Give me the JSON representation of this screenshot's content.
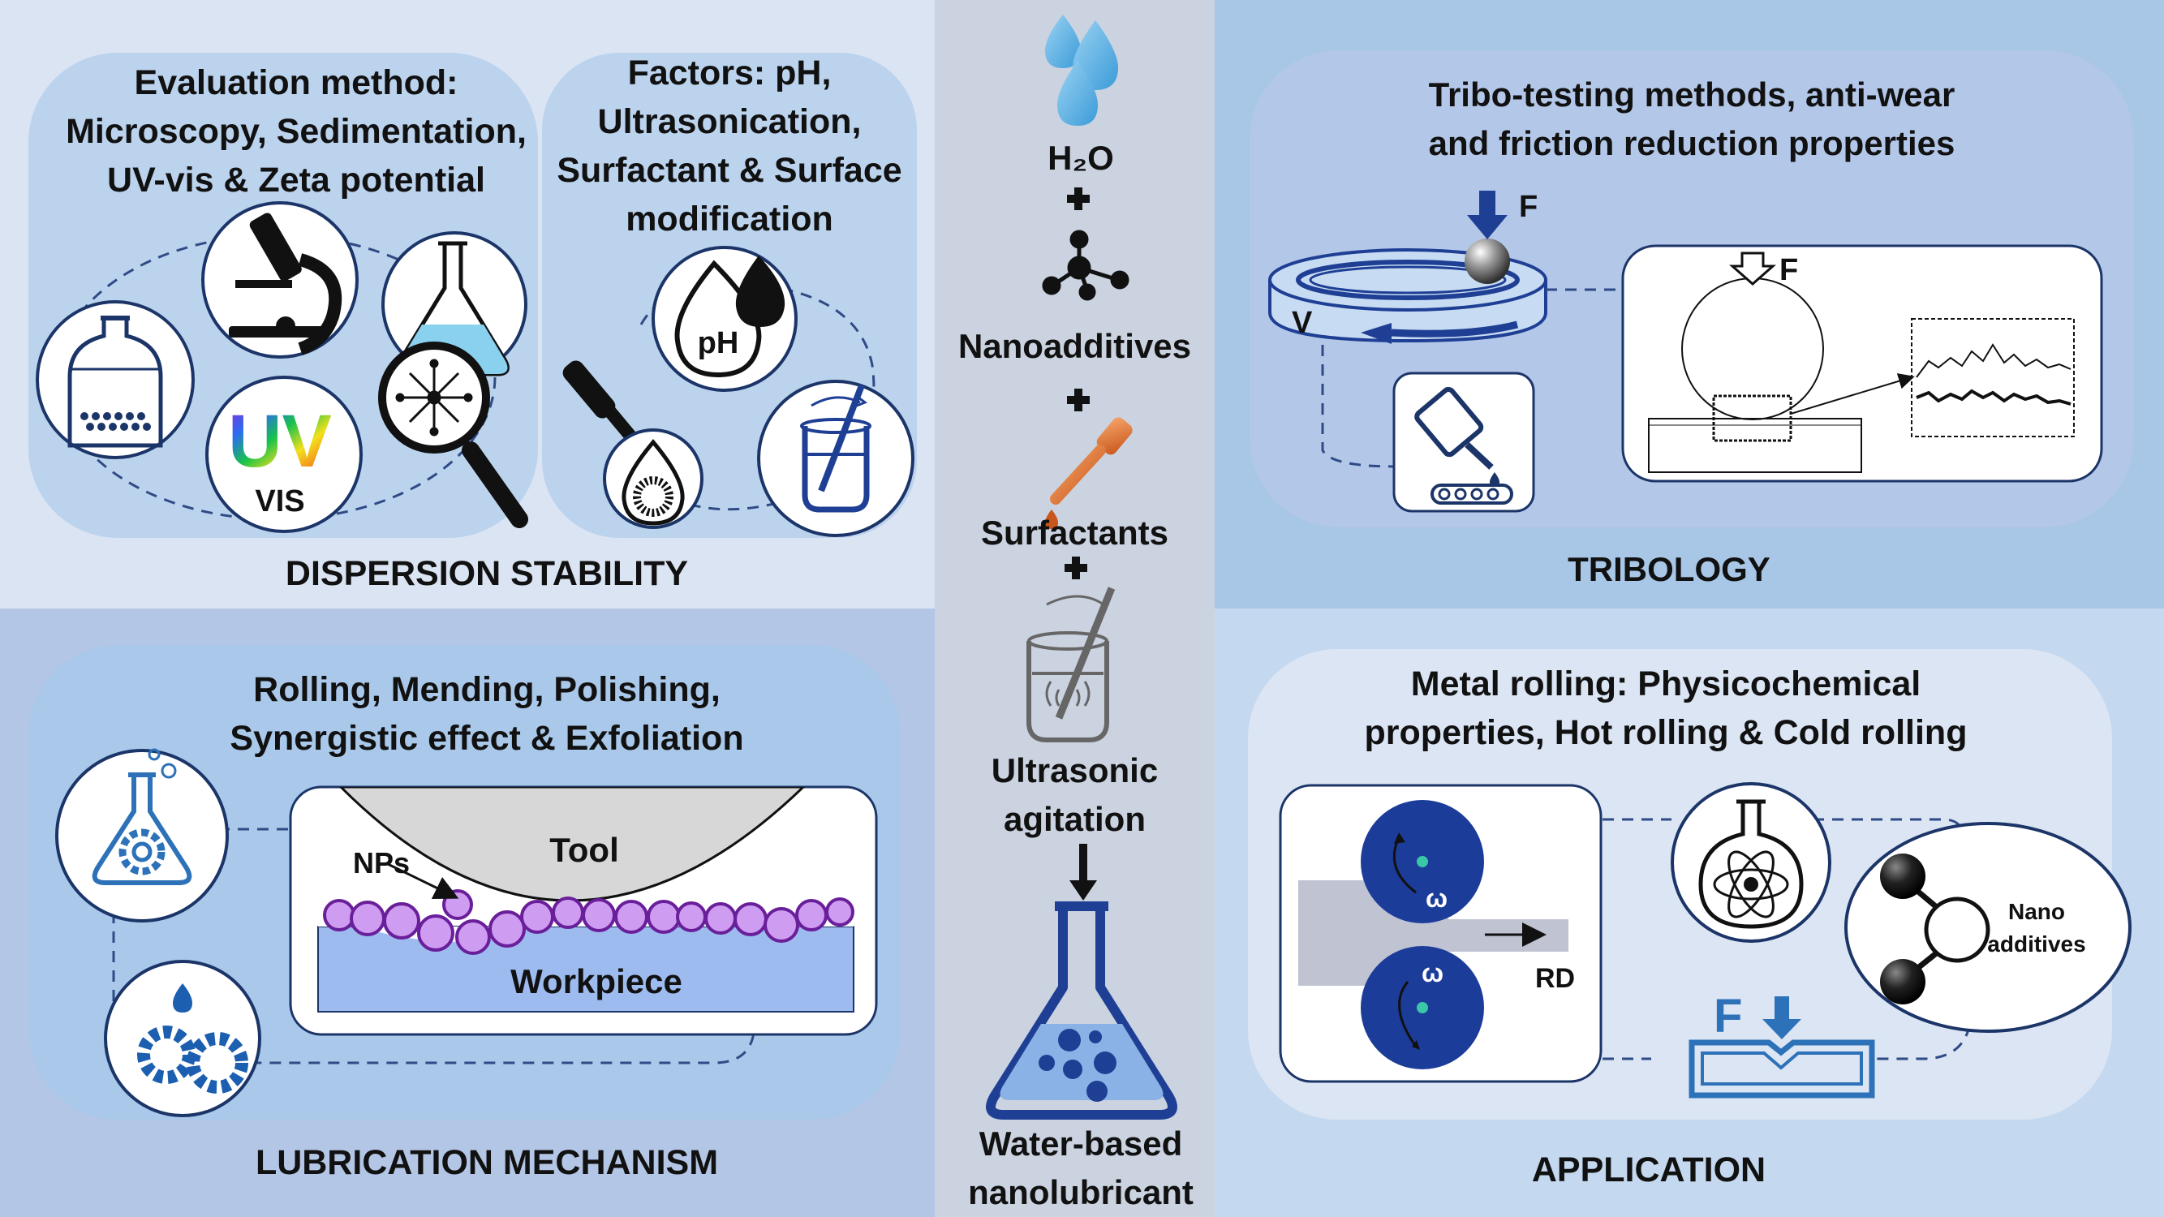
{
  "dispersion": {
    "section_title": "DISPERSION STABILITY",
    "eval_lines": [
      "Evaluation method:",
      "Microscopy, Sedimentation,",
      "UV-vis & Zeta potential"
    ],
    "factors_lines": [
      "Factors: pH,",
      "Ultrasonication,",
      "Surfactant & Surface",
      "modification"
    ],
    "uv_label": "UV",
    "vis_label": "VIS",
    "ph_label": "pH"
  },
  "tribology": {
    "section_title": "TRIBOLOGY",
    "heading_lines": [
      "Tribo-testing methods, anti-wear",
      "and friction reduction properties"
    ],
    "force_label": "F",
    "velocity_label": "V",
    "force_label_2": "F"
  },
  "center": {
    "water_label": "H₂O",
    "nanoadditives_label": "Nanoadditives",
    "surfactants_label": "Surfactants",
    "ultrasonic_lines": [
      "Ultrasonic",
      "agitation"
    ],
    "result_lines": [
      "Water-based",
      "nanolubricant"
    ]
  },
  "mechanism": {
    "section_title": "LUBRICATION MECHANISM",
    "heading_lines": [
      "Rolling, Mending, Polishing,",
      "Synergistic effect & Exfoliation"
    ],
    "tool_label": "Tool",
    "nps_label": "NPs",
    "workpiece_label": "Workpiece"
  },
  "application": {
    "section_title": "APPLICATION",
    "heading_lines": [
      "Metal rolling: Physicochemical",
      "properties, Hot rolling & Cold rolling"
    ],
    "omega_label": "ω",
    "omega_label_2": "ω",
    "rd_label": "RD",
    "nano_lines": [
      "Nano",
      "additives"
    ],
    "force_label": "F"
  },
  "colors": {
    "dispersion_bg": "#dbe4f3",
    "tribology_bg": "#a8c6e6",
    "mechanism_bg": "#b4c6e6",
    "application_bg": "#c4d8ef",
    "center_bg": "#cbd3e0",
    "dark_blue": "#1f3f95",
    "purple": "#b98ae6",
    "workpiece": "#9dbbee"
  }
}
